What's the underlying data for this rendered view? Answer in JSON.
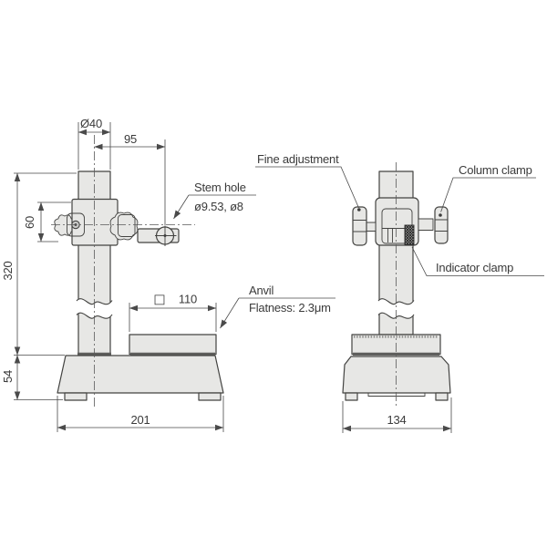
{
  "colors": {
    "outline": "#434341",
    "fill_light": "#e7e7e5",
    "band_dark": "#5e5e5c",
    "text": "#3a3a3a",
    "hatch": "#1f1f1f"
  },
  "front_view": {
    "dims": {
      "column_diameter": "Ø40",
      "stem_offset": "95",
      "clamp_height": "60",
      "column_height": "320",
      "base_height": "54",
      "base_width": "201",
      "anvil_width": "110"
    },
    "anvil_square_symbol": "□",
    "callouts": {
      "stem_hole_title": "Stem hole",
      "stem_hole_value": "ø9.53, ø8",
      "anvil_title": "Anvil",
      "anvil_value": "Flatness: 2.3μm"
    }
  },
  "side_view": {
    "dims": {
      "base_width": "134"
    },
    "callouts": {
      "fine_adjustment": "Fine adjustment",
      "column_clamp": "Column clamp",
      "indicator_clamp": "Indicator clamp"
    }
  }
}
